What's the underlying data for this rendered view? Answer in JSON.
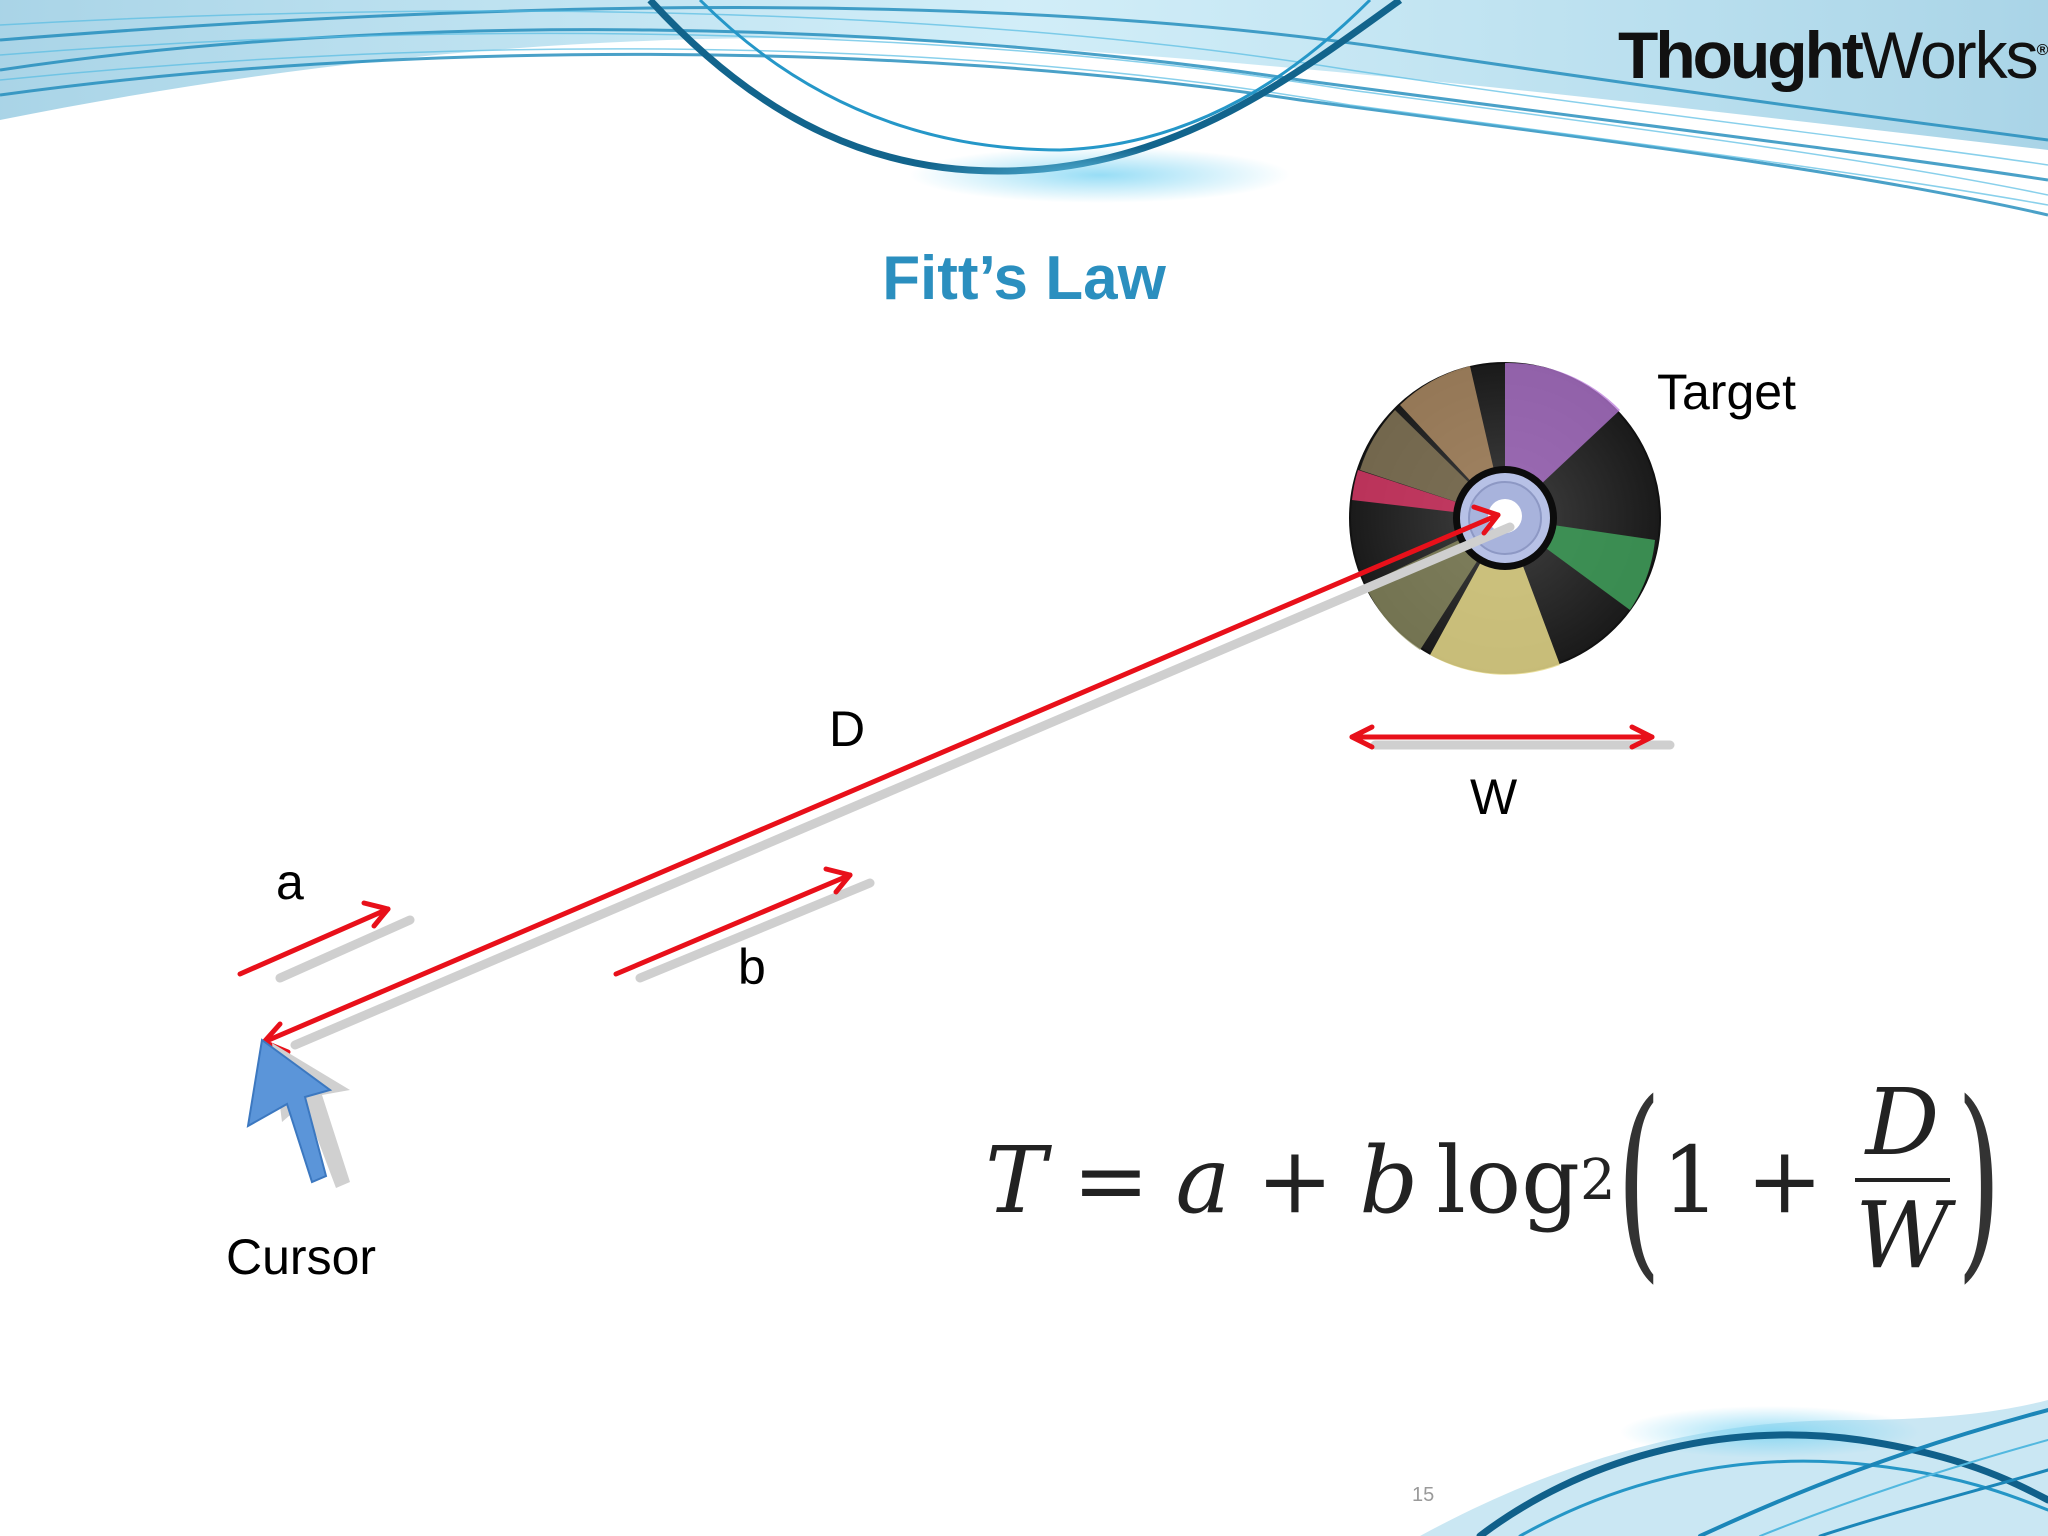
{
  "brand": {
    "name_bold": "Thought",
    "name_light": "Works",
    "mark": "®"
  },
  "title": "Fitt’s Law",
  "colors": {
    "title": "#2b8fbf",
    "arrow": "#e8101a",
    "shadow": "#cfcfcf",
    "wave": "#2fa6d4",
    "cursor": "#5b95d9"
  },
  "labels": {
    "target": "Target",
    "distance": "D",
    "width": "W",
    "a": "a",
    "b": "b",
    "cursor": "Cursor"
  },
  "formula": {
    "T": "T",
    "eq": "=",
    "a": "a",
    "plus": "+",
    "b": "b",
    "log": "log",
    "base": "2",
    "one": "1",
    "num": "D",
    "den": "W"
  },
  "icons": {
    "cursor": "arrow-pointer-icon",
    "target": "compact-disc-icon"
  },
  "page_number": "15"
}
